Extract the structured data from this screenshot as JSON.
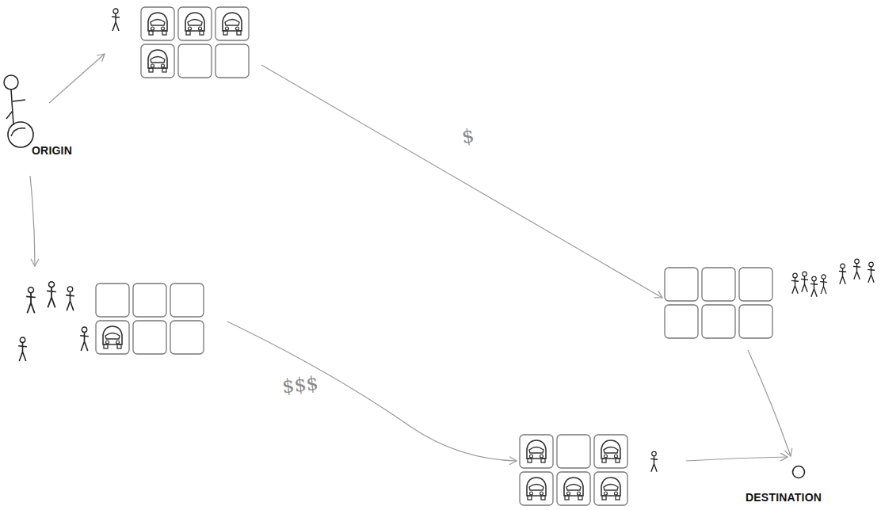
{
  "diagram": {
    "nodes": [
      {
        "text": [
          "ORIGIN"
        ]
      },
      {
        "text": [
          "DESTINATION"
        ]
      }
    ],
    "labels": [
      "$",
      "$$$"
    ]
  }
}
